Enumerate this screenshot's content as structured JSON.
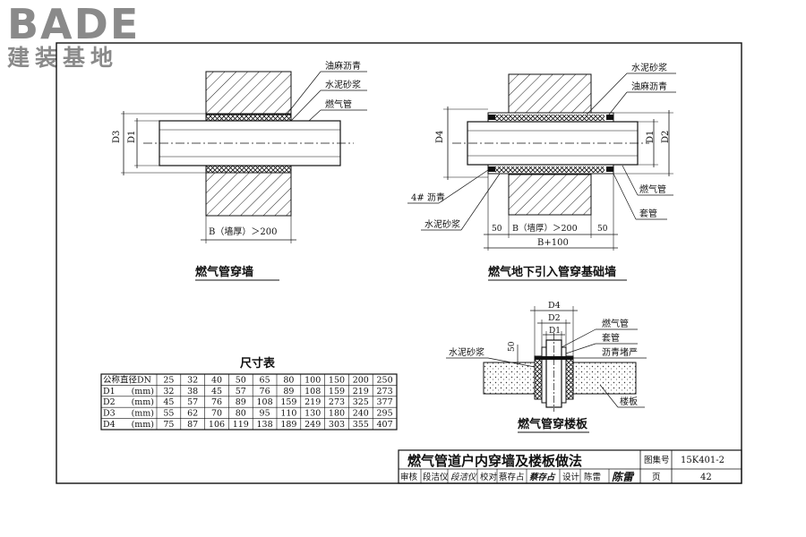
{
  "logo": {
    "brand": "BADE",
    "subtitle": "建装基地"
  },
  "fig1": {
    "title": "燃气管穿墙",
    "label_oil": "油麻沥青",
    "label_mortar": "水泥砂浆",
    "label_pipe": "燃气管",
    "dim_d3": "D3",
    "dim_d1": "D1",
    "dim_b": "B（墙厚）＞200"
  },
  "fig2": {
    "title": "燃气地下引入管穿基础墙",
    "label_mortar": "水泥砂浆",
    "label_oil": "油麻沥青",
    "label_pipe": "燃气管",
    "label_sleeve": "套管",
    "label_asphalt": "4# 沥青",
    "label_mortar2": "水泥砂浆",
    "dim_d4": "D4",
    "dim_d1": "D1",
    "dim_d2": "D2",
    "dim_50a": "50",
    "dim_b": "B（墙厚）＞200",
    "dim_50b": "50",
    "dim_b100": "B+100"
  },
  "fig3": {
    "title": "燃气管穿楼板",
    "label_pipe": "燃气管",
    "label_sleeve": "套管",
    "label_seal": "沥青堵严",
    "label_floor": "楼板",
    "label_mortar": "水泥砂浆",
    "dim_d4": "D4",
    "dim_d2": "D2",
    "dim_d1": "D1",
    "dim_50": "50"
  },
  "table": {
    "title": "尺寸表",
    "rows": [
      {
        "label": "公称直径DN",
        "unit": "",
        "values": [
          "25",
          "32",
          "40",
          "50",
          "65",
          "80",
          "100",
          "150",
          "200",
          "250"
        ]
      },
      {
        "label": "D1",
        "unit": "(mm)",
        "values": [
          "32",
          "38",
          "45",
          "57",
          "76",
          "89",
          "108",
          "159",
          "219",
          "273"
        ]
      },
      {
        "label": "D2",
        "unit": "(mm)",
        "values": [
          "45",
          "57",
          "76",
          "89",
          "108",
          "159",
          "219",
          "273",
          "325",
          "377"
        ]
      },
      {
        "label": "D3",
        "unit": "(mm)",
        "values": [
          "55",
          "62",
          "70",
          "80",
          "95",
          "110",
          "130",
          "180",
          "240",
          "295"
        ]
      },
      {
        "label": "D4",
        "unit": "(mm)",
        "values": [
          "75",
          "87",
          "106",
          "119",
          "138",
          "189",
          "249",
          "303",
          "355",
          "407"
        ]
      }
    ]
  },
  "titleblock": {
    "title": "燃气管道户内穿墙及楼板做法",
    "atlas_label": "图集号",
    "atlas_no": "15K401-2",
    "review_label": "审核",
    "reviewer": "段洁仪",
    "reviewer_sig": "段洁仪",
    "check_label": "校对",
    "checker": "蔡存占",
    "checker_sig": "蔡存占",
    "design_label": "设计",
    "designer": "陈雷",
    "designer_sig": "陈雷",
    "page_label": "页",
    "page_no": "42"
  }
}
